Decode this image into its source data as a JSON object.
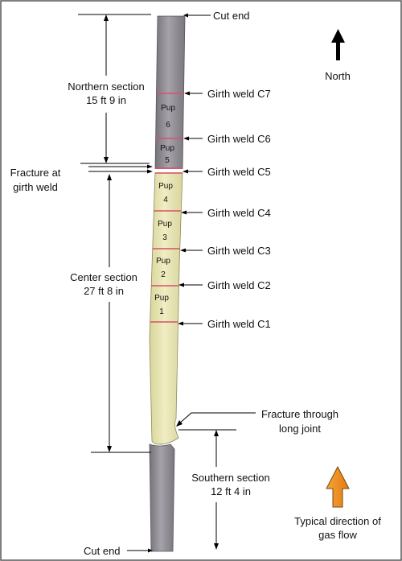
{
  "labels": {
    "cut_end_top": "Cut end",
    "cut_end_bottom": "Cut end",
    "north": "North",
    "northern_section": {
      "line1": "Northern section",
      "line2": "15 ft  9 in"
    },
    "center_section": {
      "line1": "Center section",
      "line2": "27 ft  8 in"
    },
    "southern_section": {
      "line1": "Southern section",
      "line2": "12 ft  4 in"
    },
    "fracture_girth_weld": {
      "line1": "Fracture at",
      "line2": "girth weld"
    },
    "fracture_long_joint": {
      "line1": "Fracture through",
      "line2": "long joint"
    },
    "gas_flow": {
      "line1": "Typical direction of",
      "line2": "gas flow"
    }
  },
  "girth_welds": [
    "Girth weld C7",
    "Girth weld C6",
    "Girth weld C5",
    "Girth weld C4",
    "Girth weld C3",
    "Girth weld C2",
    "Girth weld C1"
  ],
  "pups": [
    {
      "line1": "Pup",
      "line2": "6"
    },
    {
      "line1": "Pup",
      "line2": "5"
    },
    {
      "line1": "Pup",
      "line2": "4"
    },
    {
      "line1": "Pup",
      "line2": "3"
    },
    {
      "line1": "Pup",
      "line2": "2"
    },
    {
      "line1": "Pup",
      "line2": "1"
    }
  ],
  "colors": {
    "steel_pipe": "#8e8a92",
    "yellow_pipe": "#e5e2ad",
    "weld_line": "#d8506a",
    "gas_flow_arrow": "#f08a1c",
    "north_arrow": "#000000",
    "frame": "#555555"
  }
}
